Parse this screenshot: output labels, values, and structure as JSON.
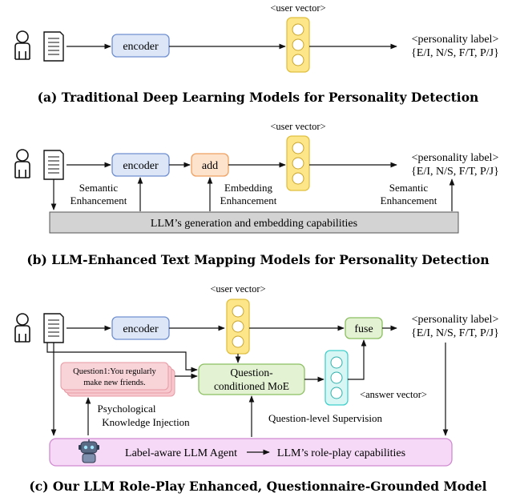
{
  "panel_a": {
    "encoder": "encoder",
    "user_vector": "<user vector>",
    "personality_label": "<personality label>",
    "personality_set": "{E/I, N/S, F/T, P/J}",
    "caption": "(a) Traditional Deep Learning Models for Personality Detection"
  },
  "panel_b": {
    "encoder": "encoder",
    "add": "add",
    "user_vector": "<user vector>",
    "personality_label": "<personality label>",
    "personality_set": "{E/I, N/S, F/T, P/J}",
    "semantic_1a": "Semantic",
    "semantic_1b": "Enhancement",
    "embedding_a": "Embedding",
    "embedding_b": "Enhancement",
    "semantic_2a": "Semantic",
    "semantic_2b": "Enhancement",
    "llm_bar": "LLM’s generation and embedding capabilities",
    "caption": "(b) LLM-Enhanced Text Mapping Models for Personality Detection"
  },
  "panel_c": {
    "encoder": "encoder",
    "user_vector": "<user vector>",
    "fuse": "fuse",
    "personality_label": "<personality label>",
    "personality_set": "{E/I, N/S, F/T, P/J}",
    "question_card_1": "Question1:You regularly",
    "question_card_2": "make new friends.",
    "moe_1": "Question-",
    "moe_2": "conditioned MoE",
    "answer_vector": "<answer vector>",
    "psych_1": "Psychological",
    "psych_2": "Knowledge Injection",
    "qlevel": "Question-level Supervision",
    "agent": "Label-aware LLM Agent",
    "roleplay": "LLM’s role-play capabilities",
    "caption": "(c) Our LLM Role-Play Enhanced, Questionnaire-Grounded Model"
  },
  "colors": {
    "encoder_fill": "#dce6f7",
    "encoder_stroke": "#6f8fd0",
    "vector_fill": "#fde58a",
    "vector_stroke": "#e0c040",
    "add_fill": "#fde3cc",
    "add_stroke": "#f0a060",
    "llm_bar_fill": "#d3d3d3",
    "moe_fill": "#e4f2d4",
    "moe_stroke": "#8bbf60",
    "answer_fill": "#d8f6f4",
    "answer_stroke": "#40d0cc",
    "card_fill": "#f7c9cf",
    "card_stroke": "#e79aa4",
    "agent_fill": "#f6d9f6",
    "agent_stroke": "#d08ad0"
  }
}
